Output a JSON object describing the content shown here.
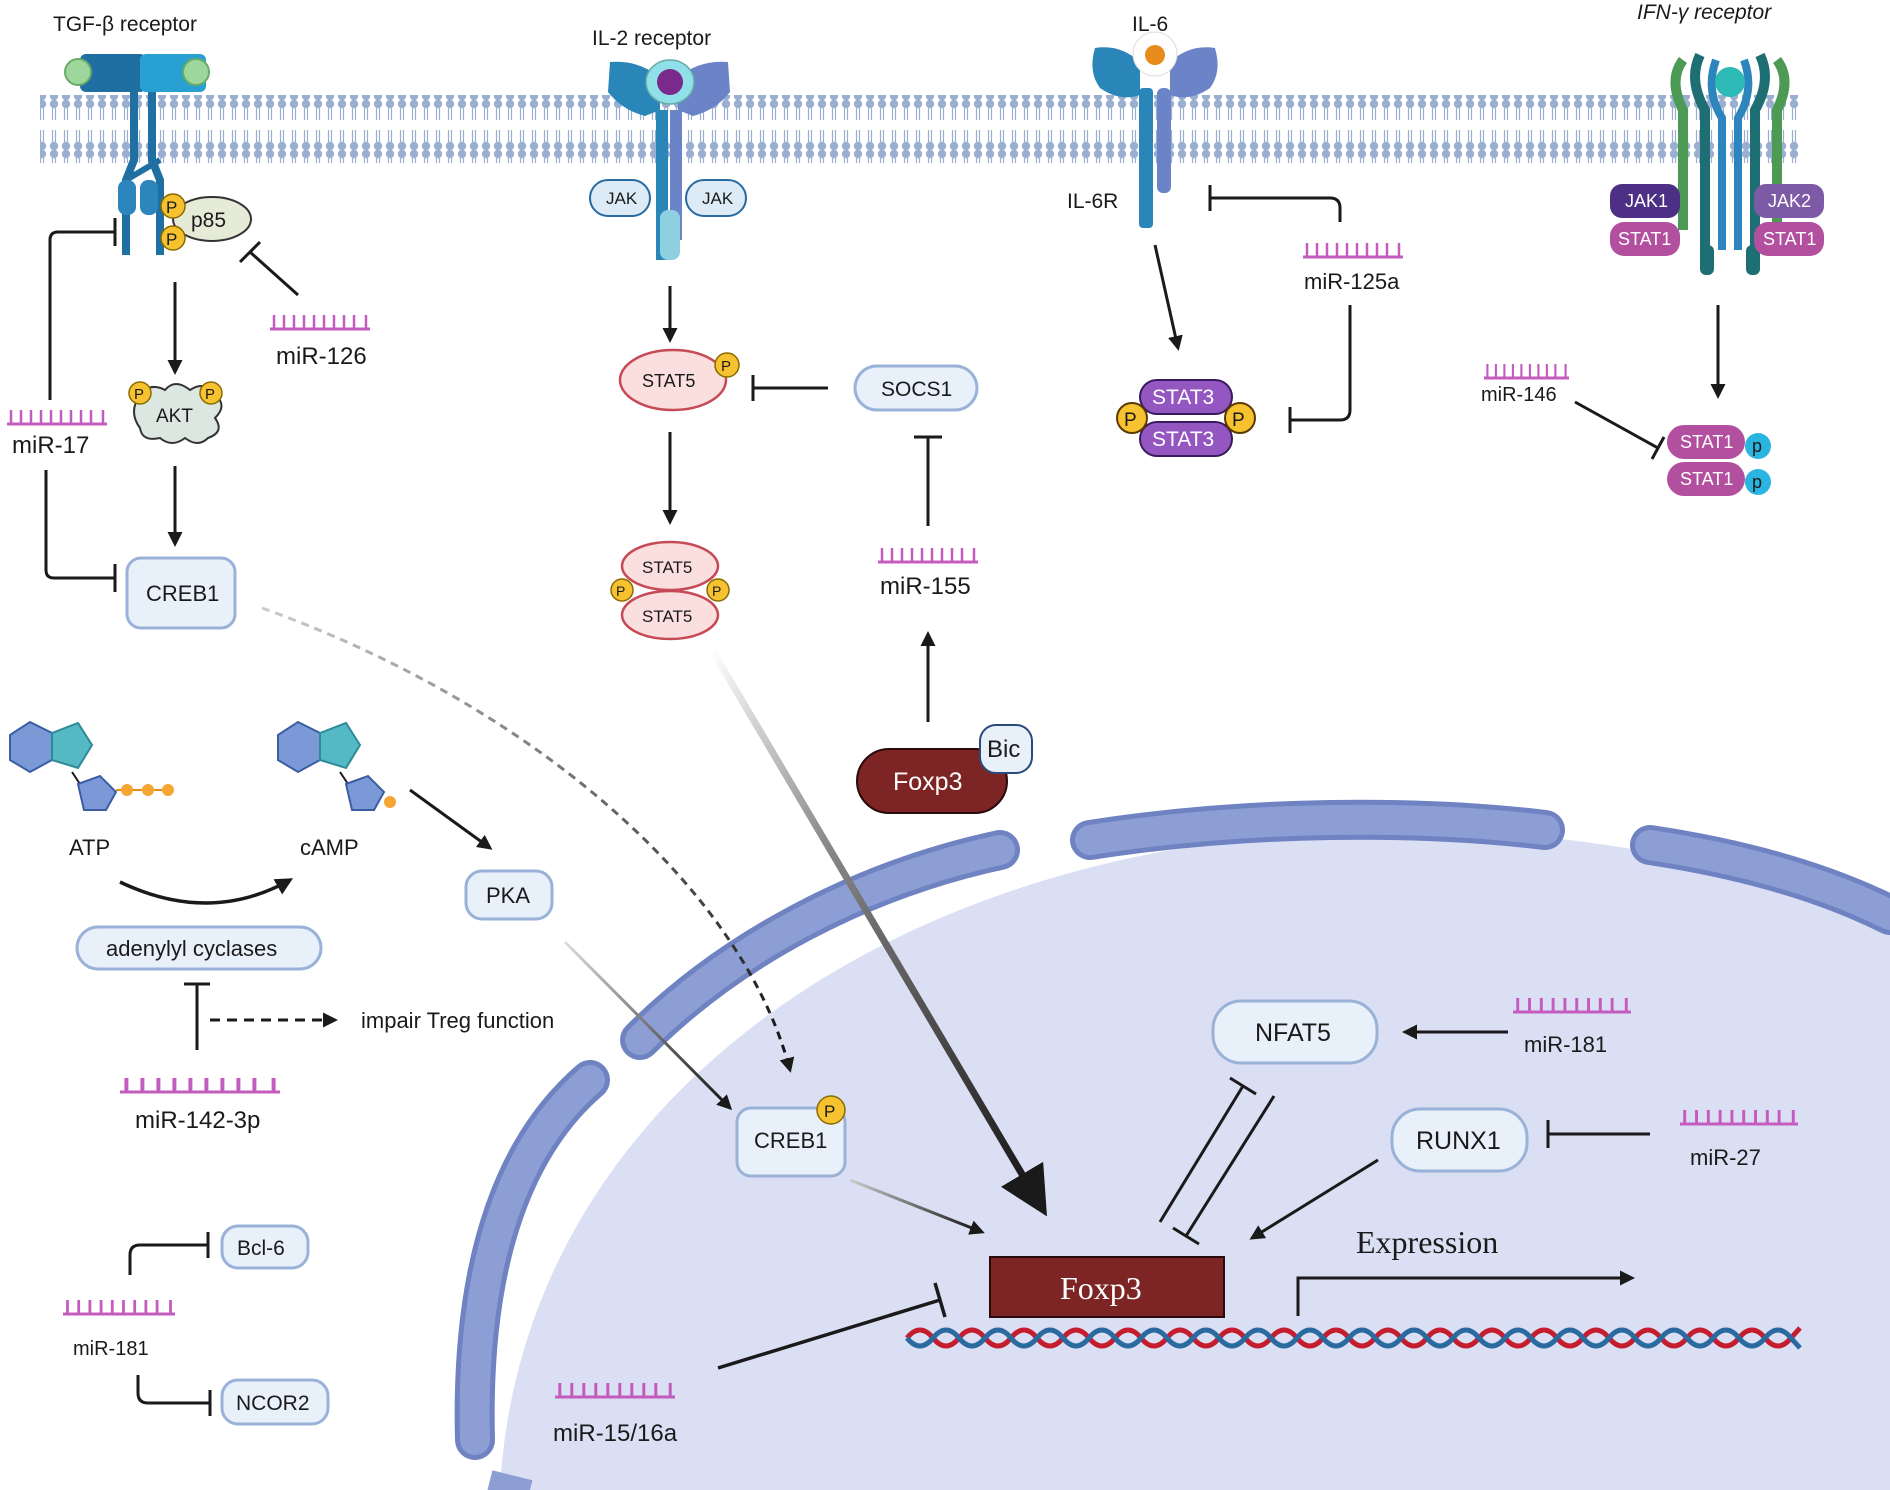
{
  "receptors": {
    "tgfb": "TGF-β receptor",
    "il2": "IL-2 receptor",
    "il6": "IL-6",
    "il6r": "IL-6R",
    "ifng": "IFN-γ receptor"
  },
  "proteins": {
    "p85": "p85",
    "akt": "AKT",
    "creb1": "CREB1",
    "jak": "JAK",
    "jak1": "JAK1",
    "jak2": "JAK2",
    "stat1": "STAT1",
    "stat3": "STAT3",
    "stat5": "STAT5",
    "socs1": "SOCS1",
    "bic": "Bic",
    "foxp3": "Foxp3",
    "pka": "PKA",
    "adenylyl_cyclases": "adenylyl cyclases",
    "bcl6": "Bcl-6",
    "ncor2": "NCOR2",
    "nfat5": "NFAT5",
    "runx1": "RUNX1",
    "phospho": "P",
    "phospho_small": "p"
  },
  "mirnas": {
    "mir126": "miR-126",
    "mir17": "miR-17",
    "mir155": "miR-155",
    "mir125a": "miR-125a",
    "mir146": "miR-146",
    "mir142": "miR-142-3p",
    "mir181_left": "miR-181",
    "mir181_right": "miR-181",
    "mir27": "miR-27",
    "mir15": "miR-15/16a"
  },
  "molecules": {
    "atp": "ATP",
    "camp": "cAMP"
  },
  "labels": {
    "impair": "impair Treg function",
    "expression": "Expression"
  },
  "colors": {
    "membrane": "#9aaed0",
    "nucleus_fill": "#dadff3",
    "nuclear_envelope": "#8c9ed3",
    "mirna": "#c45cbf",
    "phosphate": "#f6c230",
    "foxp3": "#7d2424",
    "stat5_fill": "#fbdede",
    "stat5_stroke": "#c64a55",
    "stat3": "#9457c2",
    "stat1": "#b2509f",
    "jak_dark": "#4e2f86",
    "receptor_blue": "#2a86b8",
    "receptor_purple": "#6b84c8",
    "ifng_green": "#4d9a55",
    "box_fill": "#e8f0fa",
    "box_stroke": "#9ab2d8",
    "dna_red": "#c41e2e",
    "dna_blue": "#2a6aa0"
  }
}
